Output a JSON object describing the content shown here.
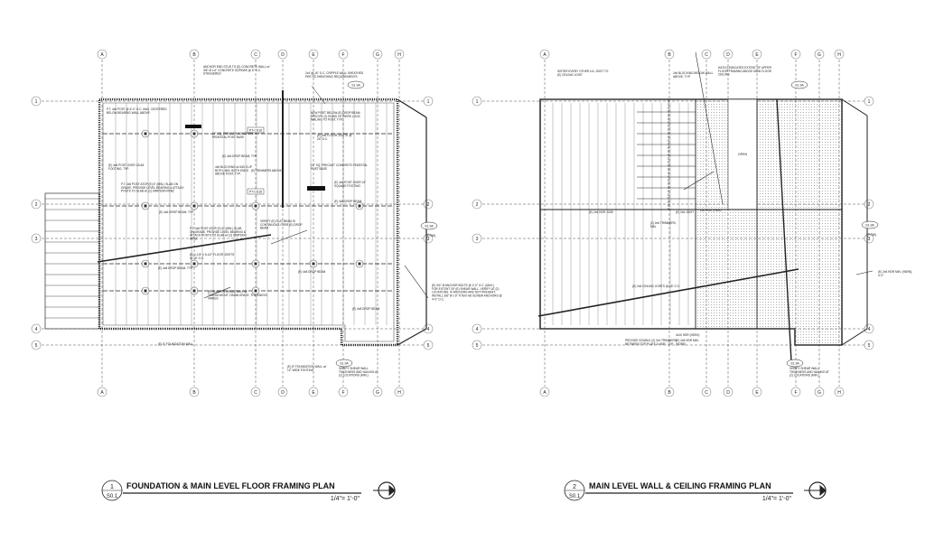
{
  "plan1": {
    "number": "1",
    "sheet": "S0.1",
    "title": "FOUNDATION & MAIN LEVEL FLOOR FRAMING PLAN",
    "scale": "1/4\"= 1'-0\"",
    "grid_top": [
      "A",
      "B",
      "C",
      "D",
      "E",
      "F",
      "G",
      "H"
    ],
    "grid_side": [
      "1",
      "2",
      "3",
      "4",
      "5"
    ],
    "notes": [
      "ANCHOR END STUD TO (E) CONCRETE WALL w/ 3/8\" Ø x 6\" CONCRETE SCREWS @ 6\" O.C. STAGGERED",
      "2x4 @ 16\" O.C. CRIPPLE WALL SHEATHED PER SS SHEATHING REQUIREMENTS",
      "P.T. 4x6 POST @ 6'-0\" O.C. MAX. CENTERED BELOW BEARING WALL ABOVE",
      "12\" SQ. PRECAST CONCRETE PEDESTAL POST BASE",
      "(E) 4x6 DROP BEAM, TYP.",
      "(E) 4x6 POST OVER 12x18 FOOTING, TYP.",
      "4x6 BLOCKING w/ A35 CLIP BOTH, MIN. BOTH ENDS ABOVE POST, TYP.",
      "P.T. 4x6 POST ATOP (E) 6\" (MIN.) SLAB ON GRADE. PROVIDE LEVEL BEARING & ATTACH POSTS TO SLAB w/ (2) SIMPSON RPBZ",
      "(E) TRIMMERS ABOVE",
      "(E) 4x6 DROP BEAM, TYP.",
      "NEW POST BELOW (E) DROP BEAM. SPECIFY (2) ROWS OF PIERS LOGS NAILING TO POST, TYP.",
      "(E) 2x6 FLOOR JOISTS @ 24\" O.C.",
      "12\" SQ. PRECAST CONCRETE PEDESTAL POST BASE",
      "(E) 4x6 POST OVER 24\" SQUARE FOOTING",
      "(E) 4x8 DROP BEAM",
      "VERIFY (E) FLAT BEAM IS CONTINUOUS OVER (E) DROP BEAM",
      "P.T. 4x6 POST ATOP (E) 6\" (MIN.) SLAB ON GRADE. PROVIDE LEVEL BEARING & ATTACH POSTS TO SLAB w/ (2) SIMPSON RPBZ",
      "(E) 1-1/4\" x 5-1/2\" FLOOR JOISTS @ 16\" O.C.",
      "(E) 4x8 DROP BEAM, TYP.",
      "(E) SLAB ON GRADE BELOW THROUGHOUT CRAWLSPACE, THICKNESS VARIES",
      "(E) 6\" FOUNDATION WALL",
      "(E) 4x8 DROP BEAM",
      "(E) 4x8 DROP BEAM",
      "(E) 8\" FOUNDATION WALL w/ 12\" WIDE FOOTING",
      "VERIFY SHEAR WALL THICKNESS AND NAILING AT (2) LOCATIONS (MIN.)",
      "(E) 3/4\" Ø ANCHOR BOLTS @ 4'-0\" O.C. (MAX.) FOR EXTENT OF (E) SHEAR WALL. VERIFY AT (2) LOCATIONS. IF ANCHORS ARE NOT PRESENT, INSTALL 3/8\" Ø x 6\" TITEN HD SCREW ANCHORS @ 4'-0\" O.C."
    ],
    "tags": [
      "PT-CS16",
      "PT-CS16",
      "S1.9A",
      "(E) 2x6 FLOOR JOISTS @ 16\" O.C.",
      "(E) FLAT BEAM",
      "(E) 4x8 DROP BEAM"
    ],
    "sw_tag": "(PSW)",
    "bubble": "S1.9A"
  },
  "plan2": {
    "number": "2",
    "sheet": "S0.1",
    "title": "MAIN LEVEL WALL & CEILING FRAMING PLAN",
    "scale": "1/4\"= 1'-0\"",
    "grid_top": [
      "A",
      "B",
      "C",
      "D",
      "E",
      "F",
      "G",
      "H"
    ],
    "grid_side": [
      "1",
      "2",
      "3",
      "4",
      "5"
    ],
    "notes": [
      "SISTER EVERY OTHER LVL JOIST TO (E) CEILING JOIST",
      "2x6 BLOCKING BELOW WALL ABOVE, TYP.",
      "HATCH INDICATES EXTENT OF UPPER FLOOR FRAMING ABOVE MAIN FLOOR CEILING",
      "(E) 2x6 HDR. SIZE",
      "(2) 2x6 TRIMMERS, MIN.",
      "2x6 FLAT (HDR)",
      "OPEN",
      "(E) 2x6 CEILING JOISTS @ 16\" O.C.",
      "(E) 2x6 JOIST",
      "PROVIDE DOUBLE (2) 2x4 TRIMMERS BETWEEN TOP PLATE & HDR., TYP.",
      "4x10 HDR (HDR4)",
      "VERIFY SHEAR WALL THICKNESS AND NAILING AT (2) LOCATIONS (MIN.)",
      "(E) 2x6 HDR MIN. (HDR6), 4'-0\"",
      "(E) 2x8 HDR MIN. (HDR8)"
    ],
    "sw_tag": "(PSW)",
    "bubble": "S1.9A"
  }
}
